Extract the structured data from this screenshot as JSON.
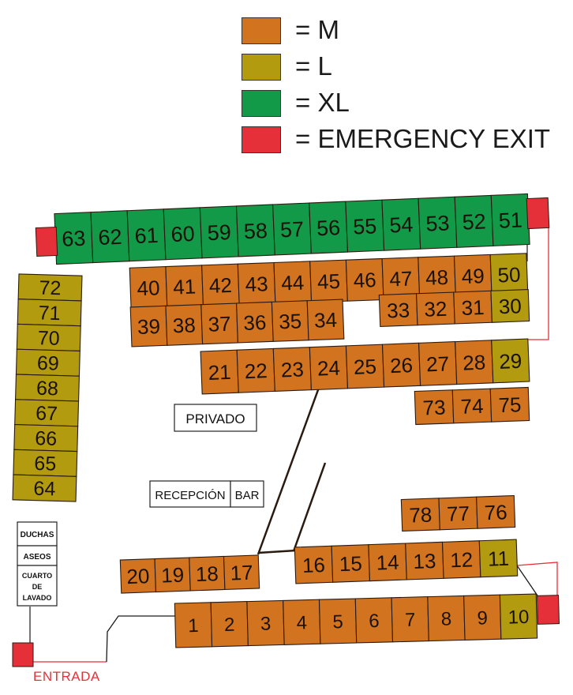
{
  "colors": {
    "M": "#d2741f",
    "L": "#b39b10",
    "XL": "#139a48",
    "EMERGENCY EXIT": "#e5303a",
    "outline": "#2a1a10",
    "wall": "#1a1a1a",
    "route": "#e5303a"
  },
  "legend": [
    {
      "size": "M",
      "label": "= M"
    },
    {
      "size": "L",
      "label": "= L"
    },
    {
      "size": "XL",
      "label": "= XL"
    },
    {
      "size": "EMERGENCY EXIT",
      "label": "= EMERGENCY EXIT"
    }
  ],
  "rows": [
    {
      "id": "top",
      "pitches": [
        {
          "n": "63",
          "size": "XL"
        },
        {
          "n": "62",
          "size": "XL"
        },
        {
          "n": "61",
          "size": "XL"
        },
        {
          "n": "60",
          "size": "XL"
        },
        {
          "n": "59",
          "size": "XL"
        },
        {
          "n": "58",
          "size": "XL"
        },
        {
          "n": "57",
          "size": "XL"
        },
        {
          "n": "56",
          "size": "XL"
        },
        {
          "n": "55",
          "size": "XL"
        },
        {
          "n": "54",
          "size": "XL"
        },
        {
          "n": "53",
          "size": "XL"
        },
        {
          "n": "52",
          "size": "XL"
        },
        {
          "n": "51",
          "size": "XL"
        }
      ]
    },
    {
      "id": "block-a-upper",
      "pitches": [
        {
          "n": "40",
          "size": "M"
        },
        {
          "n": "41",
          "size": "M"
        },
        {
          "n": "42",
          "size": "M"
        },
        {
          "n": "43",
          "size": "M"
        },
        {
          "n": "44",
          "size": "M"
        },
        {
          "n": "45",
          "size": "M"
        },
        {
          "n": "46",
          "size": "M"
        },
        {
          "n": "47",
          "size": "M"
        },
        {
          "n": "48",
          "size": "M"
        },
        {
          "n": "49",
          "size": "M"
        },
        {
          "n": "50",
          "size": "L"
        }
      ]
    },
    {
      "id": "block-a-lower-left",
      "pitches": [
        {
          "n": "39",
          "size": "M"
        },
        {
          "n": "38",
          "size": "M"
        },
        {
          "n": "37",
          "size": "M"
        },
        {
          "n": "36",
          "size": "M"
        },
        {
          "n": "35",
          "size": "M"
        },
        {
          "n": "34",
          "size": "M"
        }
      ]
    },
    {
      "id": "block-a-lower-right",
      "pitches": [
        {
          "n": "33",
          "size": "M"
        },
        {
          "n": "32",
          "size": "M"
        },
        {
          "n": "31",
          "size": "M"
        },
        {
          "n": "30",
          "size": "L"
        }
      ]
    },
    {
      "id": "row-21-29",
      "pitches": [
        {
          "n": "21",
          "size": "M"
        },
        {
          "n": "22",
          "size": "M"
        },
        {
          "n": "23",
          "size": "M"
        },
        {
          "n": "24",
          "size": "M"
        },
        {
          "n": "25",
          "size": "M"
        },
        {
          "n": "26",
          "size": "M"
        },
        {
          "n": "27",
          "size": "M"
        },
        {
          "n": "28",
          "size": "M"
        },
        {
          "n": "29",
          "size": "L"
        }
      ]
    },
    {
      "id": "row-73-75",
      "pitches": [
        {
          "n": "73",
          "size": "M"
        },
        {
          "n": "74",
          "size": "M"
        },
        {
          "n": "75",
          "size": "M"
        }
      ]
    },
    {
      "id": "row-78-76",
      "pitches": [
        {
          "n": "78",
          "size": "M"
        },
        {
          "n": "77",
          "size": "M"
        },
        {
          "n": "76",
          "size": "M"
        }
      ]
    },
    {
      "id": "row-20-17",
      "pitches": [
        {
          "n": "20",
          "size": "M"
        },
        {
          "n": "19",
          "size": "M"
        },
        {
          "n": "18",
          "size": "M"
        },
        {
          "n": "17",
          "size": "M"
        }
      ]
    },
    {
      "id": "row-16-11",
      "pitches": [
        {
          "n": "16",
          "size": "M"
        },
        {
          "n": "15",
          "size": "M"
        },
        {
          "n": "14",
          "size": "M"
        },
        {
          "n": "13",
          "size": "M"
        },
        {
          "n": "12",
          "size": "M"
        },
        {
          "n": "11",
          "size": "L"
        }
      ]
    },
    {
      "id": "row-1-10",
      "pitches": [
        {
          "n": "1",
          "size": "M"
        },
        {
          "n": "2",
          "size": "M"
        },
        {
          "n": "3",
          "size": "M"
        },
        {
          "n": "4",
          "size": "M"
        },
        {
          "n": "5",
          "size": "M"
        },
        {
          "n": "6",
          "size": "M"
        },
        {
          "n": "7",
          "size": "M"
        },
        {
          "n": "8",
          "size": "M"
        },
        {
          "n": "9",
          "size": "M"
        },
        {
          "n": "10",
          "size": "L"
        }
      ]
    },
    {
      "id": "left-column",
      "pitches": [
        {
          "n": "72",
          "size": "L"
        },
        {
          "n": "71",
          "size": "L"
        },
        {
          "n": "70",
          "size": "L"
        },
        {
          "n": "69",
          "size": "L"
        },
        {
          "n": "68",
          "size": "L"
        },
        {
          "n": "67",
          "size": "L"
        },
        {
          "n": "66",
          "size": "L"
        },
        {
          "n": "65",
          "size": "L"
        },
        {
          "n": "64",
          "size": "L"
        }
      ]
    }
  ],
  "facilities": {
    "privado": "PRIVADO",
    "recepcion": "RECEPCIÓN",
    "bar": "BAR",
    "duchas": "DUCHAS",
    "aseos": "ASEOS",
    "cuarto_line1": "CUARTO",
    "cuarto_line2": "DE",
    "cuarto_line3": "LAVADO"
  },
  "entrance": "ENTRADA"
}
